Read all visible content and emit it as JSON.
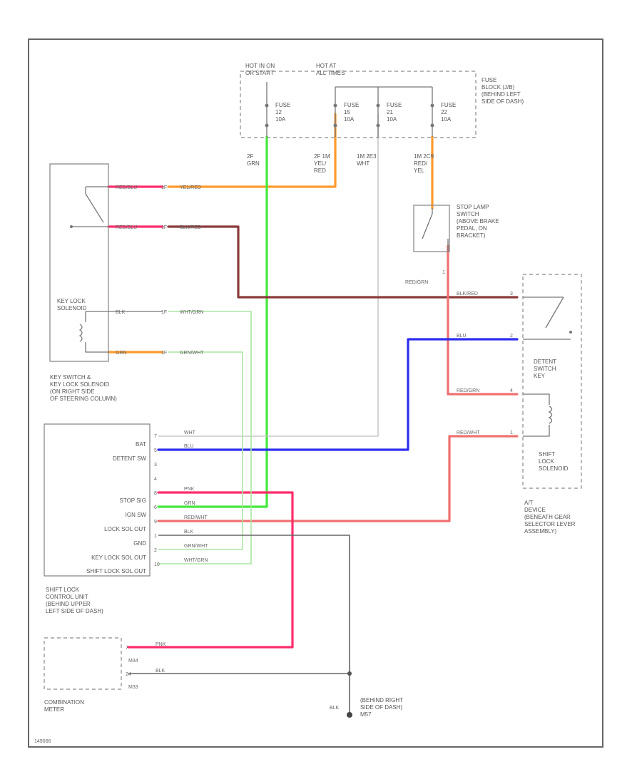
{
  "colors": {
    "orange": "#ff9a2e",
    "green": "#44e83a",
    "light_green": "#a8e6a0",
    "brown": "#8b3a3a",
    "blue": "#2d2df0",
    "pink": "#ff2d6a",
    "salmon": "#f07070",
    "gray": "#666666",
    "light_gray": "#c8c8c8"
  },
  "fuse_block": {
    "header_left": "HOT IN ON\nOR START",
    "header_right": "HOT AT\nALL TIMES",
    "desc": "FUSE\nBLOCK (J/B)\n(BEHIND LEFT\nSIDE OF DASH)",
    "fuses": [
      {
        "name": "FUSE\n12\n10A"
      },
      {
        "name": "FUSE\n15\n10A"
      },
      {
        "name": "FUSE\n21\n10A"
      },
      {
        "name": "FUSE\n22\n10A"
      }
    ]
  },
  "wire_labels_top": {
    "a": "2F\nGRN",
    "b": "2F 1M\nYEL/\nRED",
    "c": "1M 2E3\nWHT",
    "d": "1M 2C9\nRED/\nYEL"
  },
  "key_switch": {
    "desc": "KEY SWITCH &\nKEY LOCK SOLENOID\n(ON RIGHT SIDE\nOF STEERING COLUMN)",
    "solenoid_label": "KEY LOCK\nSOLENOID",
    "w1_in": "RED/BLU",
    "w1_out": "YEL/RED",
    "w2_in": "RED/BLU",
    "w2_out": "BLK/RED",
    "w3_in": "BLK",
    "w3_out": "WHT/GRN",
    "w4_in": "GRN",
    "w4_out": "GRN/WHT",
    "c1": "1F",
    "c2": "1F",
    "c3": "1F",
    "c4": "1F"
  },
  "stop_lamp": {
    "desc": "STOP LAMP\nSWITCH\n(ABOVE BRAKE\nPEDAL, ON\nBRACKET)",
    "pin": "1",
    "out_wire": "RED/GRN"
  },
  "at_device": {
    "desc": "A/T\nDEVICE\n(BENEATH GEAR\nSELECTOR LEVER\nASSEMBLY)",
    "detent_label": "DETENT\nSWITCH\nKEY",
    "shift_sol_label": "SHIFT\nLOCK\nSOLENOID",
    "w1": "BLK/RED",
    "p1": "3",
    "w2": "BLU",
    "p2": "2",
    "w3": "RED/GRN",
    "p3": "4",
    "w4": "RED/WHT",
    "p4": "1"
  },
  "control_unit": {
    "desc": "SHIFT LOCK\nCONTROL UNIT\n(BEHIND UPPER\nLEFT SIDE OF DASH)",
    "pins": [
      {
        "label": "BAT",
        "num": "7",
        "wire": "WHT"
      },
      {
        "label": "DETENT SW",
        "num": "5",
        "wire": "BLU"
      },
      {
        "label": "",
        "num": "3",
        "wire": ""
      },
      {
        "label": "",
        "num": "4",
        "wire": ""
      },
      {
        "label": "STOP SIG",
        "num": "8",
        "wire": "PNK"
      },
      {
        "label": "IGN SW",
        "num": "6",
        "wire": "GRN"
      },
      {
        "label": "LOCK SOL OUT",
        "num": "9",
        "wire": "RED/WHT"
      },
      {
        "label": "GND",
        "num": "1",
        "wire": "BLK"
      },
      {
        "label": "KEY LOCK SOL OUT",
        "num": "2",
        "wire": "GRN/WHT"
      },
      {
        "label": "SHIFT LOCK SOL OUT",
        "num": "10",
        "wire": "WHT/GRN"
      }
    ]
  },
  "meter": {
    "desc": "COMBINATION\nMETER",
    "p1": "7",
    "c1": "M34",
    "w1": "PNK",
    "p2": "24",
    "c2": "M33",
    "w2": "BLK"
  },
  "ground": {
    "wire": "BLK",
    "desc": "(BEHIND RIGHT\nSIDE OF DASH)\nM57"
  },
  "code": "149066"
}
